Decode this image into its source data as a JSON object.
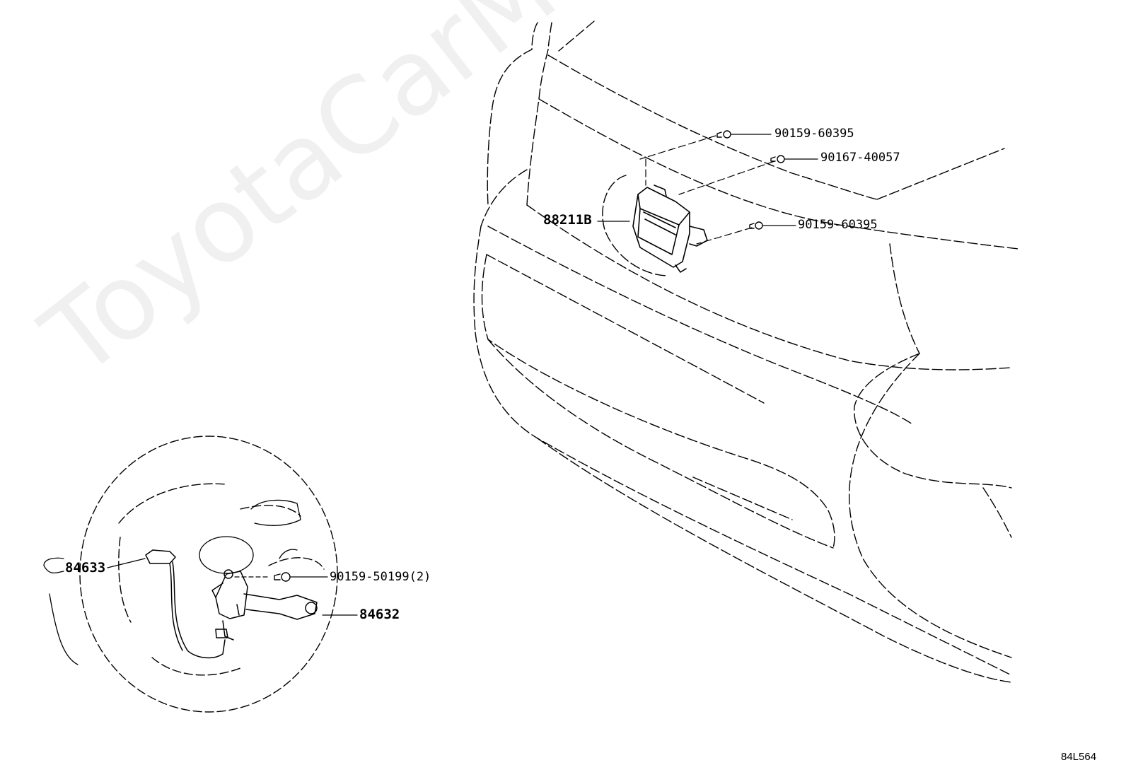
{
  "watermark": "ToyotaCarMine.ru",
  "diagram_code": "84L564",
  "labels": {
    "p84633": "84633",
    "p84632": "84632",
    "p90159_50199": "90159-50199(2)",
    "p88211B": "88211B",
    "p90159_60395_top": "90159-60395",
    "p90167_40057": "90167-40057",
    "p90159_60395_mid": "90159-60395"
  }
}
